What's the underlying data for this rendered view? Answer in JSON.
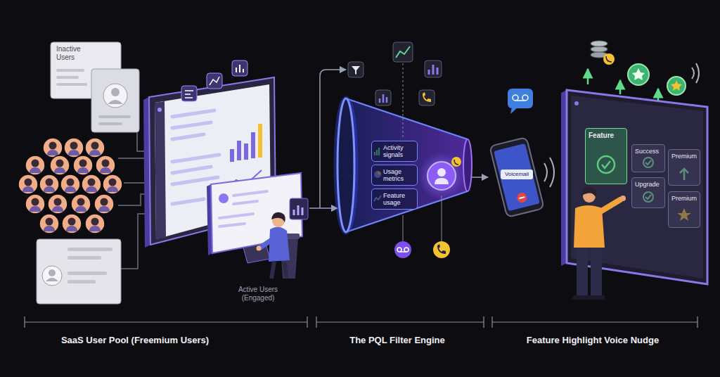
{
  "diagram": {
    "nodes": [
      {
        "text": [
          "Activity signals"
        ]
      },
      {
        "text": [
          "Usage metrics"
        ]
      },
      {
        "text": [
          "Feature usage"
        ]
      },
      {
        "text": [
          "Voicemail"
        ]
      },
      {
        "text": [
          "Feature"
        ]
      },
      {
        "text": [
          "Success"
        ]
      },
      {
        "text": [
          "Premium"
        ]
      },
      {
        "text": [
          "Upgrade"
        ]
      },
      {
        "text": [
          "Premium"
        ]
      }
    ],
    "labels": [
      "Inactive Users",
      "Active Users (Engaged)",
      "SaaS User Pool (Freemium Users)",
      "The PQL Filter Engine",
      "Feature Highlight Voice Nudge"
    ]
  }
}
